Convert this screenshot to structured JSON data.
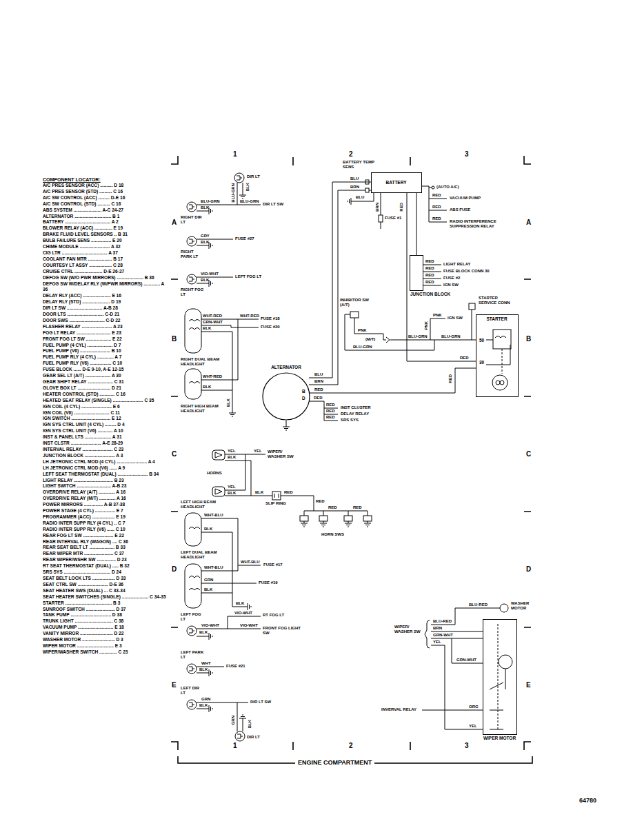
{
  "diagram": {
    "nodes": [
      {
        "text": [
          "BATTERY"
        ]
      },
      {
        "text": [
          "JUNCTION BLOCK"
        ]
      },
      {
        "text": [
          "STARTER",
          "50",
          "30"
        ]
      },
      {
        "text": [
          "ALTERNATOR",
          "B",
          "D"
        ]
      },
      {
        "text": [
          "WIPER MOTOR"
        ]
      }
    ],
    "edges": [
      {
        "from": 0,
        "to": 1,
        "arrow": "none"
      },
      {
        "from": 0,
        "to": 2,
        "arrow": "none"
      },
      {
        "from": 3,
        "to": 0,
        "arrow": "none"
      },
      {
        "from": 3,
        "to": 2,
        "arrow": "none"
      }
    ],
    "labels": [
      "1",
      "2",
      "3",
      "A",
      "A",
      "B",
      "B",
      "C",
      "C",
      "D",
      "D",
      "E",
      "E",
      "1",
      "2",
      "3",
      "ENGINE COMPARTMENT",
      "64780",
      "DIR LT",
      "BLU-GRN",
      "BLK",
      "BLU-GRN",
      "BLU-GRN",
      "DIR LT SW",
      "BLK",
      "RIGHT DIR LT",
      "GRY",
      "FUSE #27",
      "BLK",
      "RIGHT PARK LT",
      "VIO-WHT",
      "LEFT FOG LT",
      "BLK",
      "RIGHT FOG LT",
      "WHT-RED",
      "GRN-WHT",
      "BLK",
      "WHT-RED",
      "FUSE #18",
      "FUSE #20",
      "RIGHT DUAL BEAM HEADLIGHT",
      "WHT-RED",
      "BLK",
      "BLK",
      "RIGHT HIGH BEAM HEADLIGHT",
      "BLU",
      "BRN",
      "RED",
      "RED",
      "RED",
      "RED",
      "RED",
      "INST CLUSTER",
      "DELAY RELAY",
      "SRS SYS",
      "YEL",
      "BLK",
      "YEL",
      "WIPER/ WASHER SW",
      "HORNS",
      "YEL",
      "BLK",
      "BLK",
      "RED",
      "SLIP RING",
      "RED",
      "RED",
      "RED",
      "HORN SWS",
      "LEFT HIGH BEAM HEADLIGHT",
      "WHT-BLU",
      "BLK",
      "WHT-BLU",
      "FUSE #17",
      "LEFT DUAL BEAM HEADLIGHT",
      "WHT-BLU",
      "GRN",
      "BLK",
      "FUSE #19",
      "BLK",
      "LEFT FOG LT",
      "VIO-WHT",
      "RT FOG LT",
      "VIO-WHT",
      "VIO-WHT",
      "FRONT FOG LIGHT SW",
      "BLK",
      "LEFT PARK LT",
      "WHT",
      "FUSE #21",
      "BLK",
      "LEFT DIR LT",
      "GRN",
      "DIR LT SW",
      "BLK",
      "GRN",
      "BLK",
      "DIR LT",
      "BATTERY TEMP SENS",
      "BLU",
      "BRN",
      "BLU",
      "BRN",
      "RED",
      "FUSE #1",
      "(AUTO A/C)",
      "RED",
      "VACUUM PUMP",
      "RED",
      "ABS FUSE",
      "RED",
      "RADIO INTERFERENCE SUPPRESSION RELAY",
      "RED",
      "LIGHT RELAY",
      "RED",
      "FUSE BLOCK CONN 30",
      "RED",
      "FUSE #2",
      "RED",
      "IGN SW",
      "INHIBITOR SW (A/T)",
      "PNK",
      "(M/T)",
      "BLU-GRN",
      "PNK",
      "PNK",
      "IGN SW",
      "BLU-GRN",
      "BLU-GRN",
      "STARTER SERVICE CONN",
      "RED",
      "RED",
      "BLU-RED",
      "WASHER MOTOR",
      "WIPER/ WASHER SW",
      "BLU-RED",
      "BRN",
      "GRN-WHT",
      "YEL",
      "GRN-WHT",
      "INVERVAL RELAY",
      "ORG",
      "YEL",
      "COMPONENT LOCATOR:",
      "A/C PRES SENSOR (ACC) .......... D 18",
      "A/C PRES SENSOR (STD) .......... C 16",
      "A/C SW CONTROL (ACC) ......... D-E 16",
      "A/C SW CONTROL (STD) .......... C 16",
      "ABS SYSTEM ...................... A-C 24-27",
      "ALTERNATOR ............................. B 1",
      "BATTERY .................................... A 2",
      "BLOWER RELAY (ACC) .............. E 19",
      "BRAKE FLUID LEVEL SENSORS .. B 31",
      "BULB FAILURE SENS ................ E 20",
      "CHIME MODULE ........................ A 32",
      "CIG LTR .................................... A 37",
      "COOLANT FAN MTR ................... B 17",
      "COURTESY LT ASSY .................. C 28",
      "CRUISE CTRL ...................... D-E 26-27",
      "DEFOG SW (W/O PWR MIRRORS) ..................... B 36",
      "DEFOG SW W/DELAY RLY (W/PWR MIRRORS) ............. A 36",
      "DELAY RLY (ACC) ...................... E 16",
      "DELAY RLY (STD) ...................... D 19",
      "DIR LT SW ............................ A-B 28",
      "DOOR LTS ............................. C-D 21",
      "DOOR SWS ............................ C-D 22",
      "FLASHER RELAY ........................ A 23",
      "FOG LT RELAY ........................... E 23",
      "FRONT FOG LT SW .................... E 22",
      "FUEL PUMP (4 CYL) .................... D 7",
      "FUEL PUMP (V6) ........................ B 10",
      "FUEL PUMP RLY (4 CYL) ............. A 7",
      "FUEL PUMP RLY (V6) ................. C 10",
      "FUSE BLOCK ...... D-E 9-10, A-E 12-15",
      "GEAR SEL LT (A/T) .................... A 30",
      "GEAR SHIFT RELAY .................... C 31",
      "GLOVE BOX LT .......................... D 21",
      "HEATER CONTROL (STD) ............ C 16",
      "HEATED SEAT RELAY (SINGLE) ........................ C 35",
      "IGN COIL (4 CYL) ........................ E 6",
      "IGN COIL (V6) ............................ C 11",
      "IGN SWITCH ............................... E 12",
      "IGN SYS CTRL UNIT (4 CYL) ......... D 4",
      "IGN SYS CTRL UNIT (V6) ............ A 10",
      "INST & PANEL LTS ..................... A 31",
      "INST CLSTR ........................ A-E 28-29",
      "INTERVAL RELAY ........................ C 23",
      "JUNCTION BLOCK ........................ A 3",
      "LH JETRONIC CTRL MOD (4 CYL) ........................ A 4",
      "LH JETRONIC CTRL MOD (V6) ...... A 9",
      "LEFT SEAT THERMOSTAT (DUAL) ........................ B 34",
      "LIGHT RELAY ............................... B 23",
      "LIGHT SWITCH ........................... A-B 23",
      "OVERDRIVE RELAY (A/T) ............. A 16",
      "OVERDRIVE RELAY (M/T) ............. A 16",
      "POWER MIRRORS ............... A-B 37-38",
      "POWER STAGE (4 CYL) ................ E 7",
      "PROGRAMMER (ACC) .................. E 19",
      "RADIO INTER SUPP RLY (4 CYL) .. C 7",
      "RADIO INTER SUPP RLY (V6) ...... C 10",
      "REAR FOG LT SW ........................ E 22",
      "REAR INTERVAL RLY (WAGON) .... C 36",
      "REAR SEAT BELT LT .................... B 33",
      "REAR WIPER MTR ....................... C 37",
      "REAR WIPER/WSHR SW ............... D 23",
      "RT SEAT THERMOSTAT (DUAL) ..... B 32",
      "SRS SYS ..................................... D 24",
      "SEAT BELT LOCK LTS .................. D 33",
      "SEAT CTRL SW ........................ D-E 36",
      "SEAT HEATER SWS (DUAL) ... C 33-34",
      "SEAT HEATER SWITCHES (SINGLE) ..................... C 34-35",
      "STARTER ..................................... B 3",
      "SUNROOF SWITCH ....................... D 37",
      "TANK PUMP ................................ D 38",
      "TRUNK LIGHT .............................. C 38",
      "VACUUM PUMP ............................ E 18",
      "VANITY MIRROR .......................... D 22",
      "WASHER MOTOR .......................... D 3",
      "WIPER MOTOR ............................. E 3",
      "WIPER/WASHER SWITCH .............. C 23"
    ]
  }
}
